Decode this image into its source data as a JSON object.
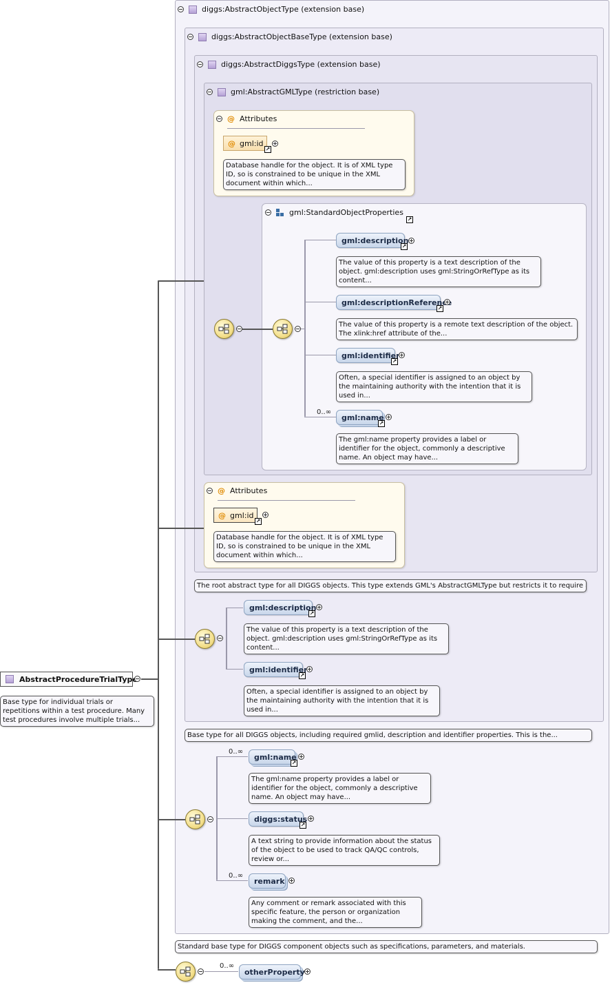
{
  "root": {
    "name": "AbstractProcedureTrialType",
    "doc": "Base type for individual trials or repetitions within a test procedure. Many test procedures involve multiple trials..."
  },
  "bases": {
    "b1": "diggs:AbstractObjectType (extension base)",
    "b2": "diggs:AbstractObjectBaseType (extension base)",
    "b3": "diggs:AbstractDiggsType (extension base)",
    "b4": "gml:AbstractGMLType (restriction base)"
  },
  "attributes_label": "Attributes",
  "gml_attr": {
    "name": "gml:id",
    "doc": "Database handle for the object. It is of XML type ID, so is constrained to be unique in the XML document within which..."
  },
  "std_props": {
    "label": "gml:StandardObjectProperties",
    "items": [
      {
        "name": "gml:description",
        "doc": "The value of this property is a text description of the object. gml:description uses gml:StringOrRefType as its content..."
      },
      {
        "name": "gml:descriptionReference",
        "doc": "The value of this property is a remote text description of the object. The xlink:href attribute of the..."
      },
      {
        "name": "gml:identifier",
        "doc": "Often, a special identifier is assigned to an object by the maintaining authority with the intention that it is used in..."
      },
      {
        "name": "gml:name",
        "card": "0..∞",
        "doc": "The gml:name property provides a label or identifier for the object, commonly a descriptive name. An object may have..."
      }
    ]
  },
  "diggs_attr": {
    "name": "gml:id",
    "doc": "Database handle for the object. It is of XML type ID, so is constrained to be unique in the XML document within which..."
  },
  "b3_doc": "The root abstract type for all DIGGS objects. This type extends GML's AbstractGMLType but restricts it to require a...",
  "b2_items": [
    {
      "name": "gml:description",
      "doc": "The value of this property is a text description of the object. gml:description uses gml:StringOrRefType as its content..."
    },
    {
      "name": "gml:identifier",
      "doc": "Often, a special identifier is assigned to an object by the maintaining authority with the intention that it is used in..."
    }
  ],
  "b2_doc": "Base type for all DIGGS objects, including required gmlid, description and identifier properties. This is the...",
  "b1_items": [
    {
      "name": "gml:name",
      "card": "0..∞",
      "doc": "The gml:name property provides a label or identifier for the object, commonly a descriptive name. An object may have..."
    },
    {
      "name": "diggs:status",
      "doc": "A text string to provide information about the status of the object to be used to track QA/QC controls, review or..."
    },
    {
      "name": "remark",
      "card": "0..∞",
      "doc": "Any comment or remark associated with this specific feature, the person or organization making the comment, and the..."
    }
  ],
  "b1_doc": "Standard base type for DIGGS component objects such as specifications, parameters, and materials.",
  "tail": {
    "name": "otherProperty",
    "card": "0..∞"
  }
}
